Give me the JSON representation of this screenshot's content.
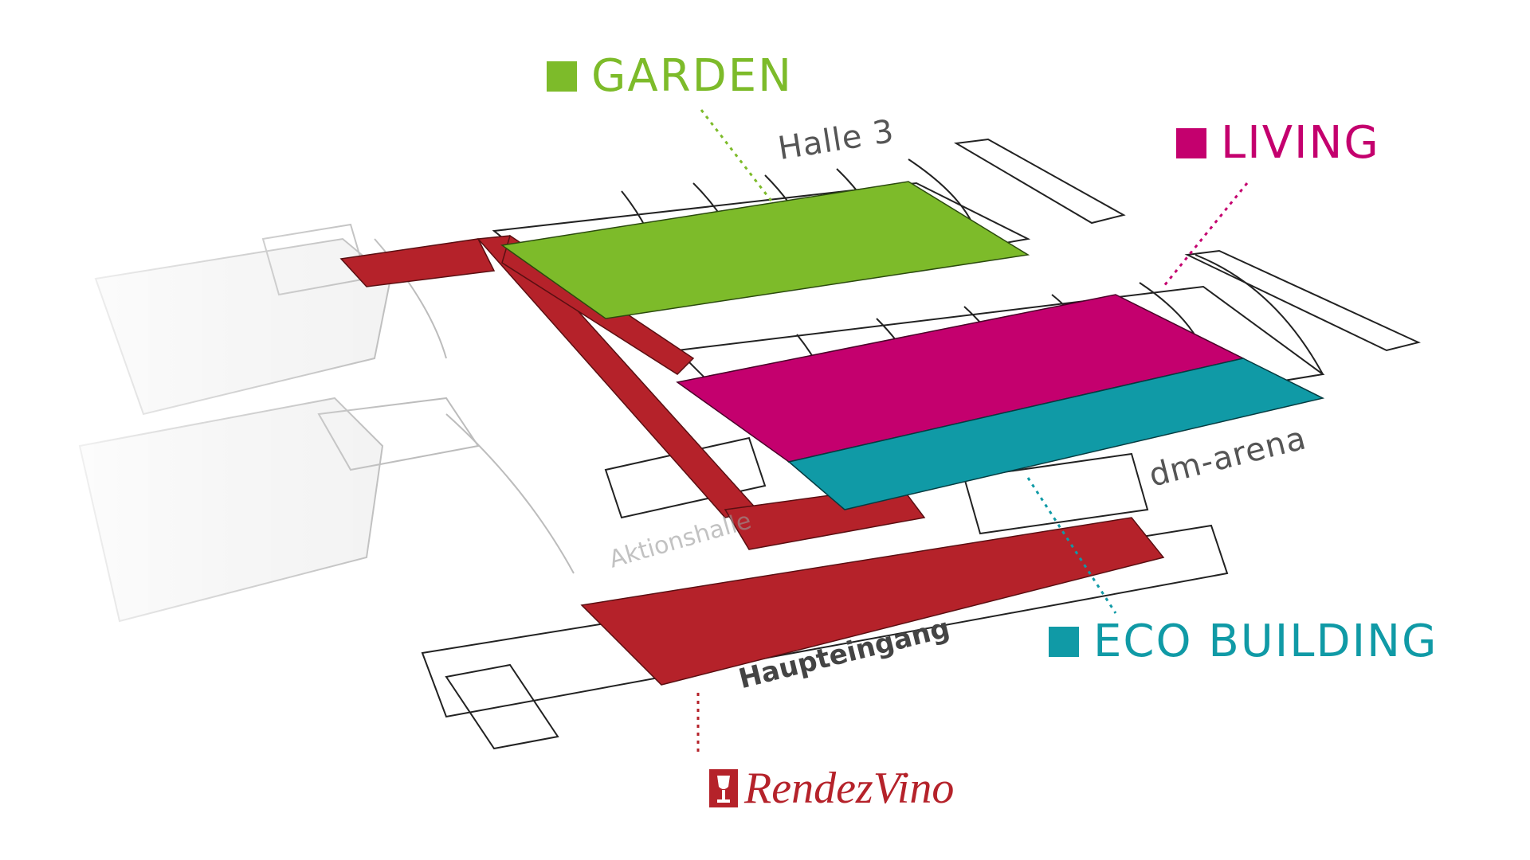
{
  "zones": {
    "garden": {
      "label": "GARDEN",
      "color": "#7dbb2a"
    },
    "living": {
      "label": "LIVING",
      "color": "#c4006e"
    },
    "eco": {
      "label": "ECO BUILDING",
      "color": "#109aa6"
    },
    "rendezvino": {
      "label": "RendezVino",
      "color": "#b5222a"
    }
  },
  "halls": {
    "halle3": "Halle 3",
    "dm_arena": "dm-arena",
    "aktionshalle": "Aktionshalle",
    "haupteingang": "Haupteingang"
  },
  "icons": {
    "zone_swatch": "square-icon",
    "rendezvino_logo": "wine-glass-logo-icon"
  }
}
